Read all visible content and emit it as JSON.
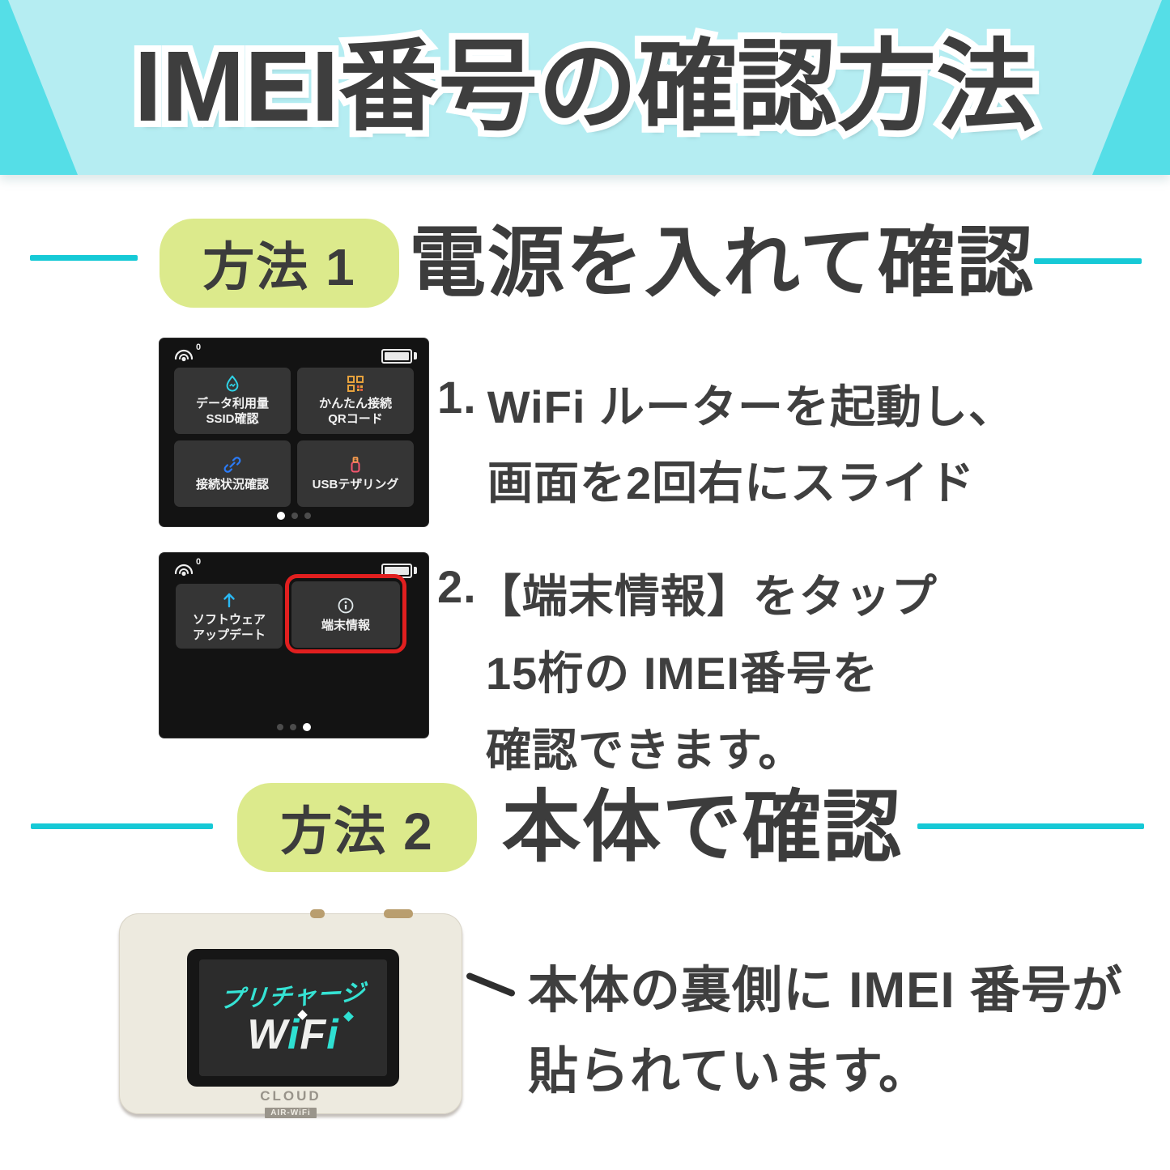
{
  "header": {
    "title": "IMEI番号の確認方法"
  },
  "method1": {
    "badge": "方法 1",
    "title": "電源を入れて確認",
    "steps": [
      {
        "num": "1.",
        "lines": [
          "WiFi ルーターを起動し、",
          "画面を2回右にスライド"
        ]
      },
      {
        "num": "2.",
        "lines": [
          "【端末情報】をタップ",
          "15桁の IMEI番号を",
          "確認できます。"
        ]
      }
    ]
  },
  "router_screen_1": {
    "signal_badge": "0",
    "tiles": [
      {
        "icon": "data-usage-droplet-icon",
        "lines": [
          "データ利用量",
          "SSID確認"
        ]
      },
      {
        "icon": "qr-code-icon",
        "lines": [
          "かんたん接続",
          "QRコード"
        ]
      },
      {
        "icon": "link-icon",
        "lines": [
          "接続状況確認"
        ]
      },
      {
        "icon": "usb-tethering-icon",
        "lines": [
          "USBテザリング"
        ]
      }
    ],
    "active_page": 1,
    "total_pages": 3
  },
  "router_screen_2": {
    "signal_badge": "0",
    "tiles": [
      {
        "icon": "software-update-arrow-icon",
        "lines": [
          "ソフトウェア",
          "アップデート"
        ]
      },
      {
        "icon": "device-info-icon",
        "lines": [
          "端末情報"
        ],
        "highlighted": true
      }
    ],
    "active_page": 3,
    "total_pages": 3
  },
  "method2": {
    "badge": "方法 2",
    "title": "本体で確認"
  },
  "device_photo": {
    "screen_logo_top": "プリチャージ",
    "screen_logo_main": {
      "w": "W",
      "i1": "i",
      "f": "F",
      "i2": "i"
    },
    "brand": "CLOUD",
    "brand_sub": "AIR-WiFi"
  },
  "note": {
    "lines": [
      "本体の裏側に IMEI 番号が",
      "貼られています。"
    ]
  },
  "colors": {
    "header_bg": "#b5edf2",
    "header_accent": "#55dee7",
    "divider_cyan": "#16c9d6",
    "badge_bg": "#dcea8c",
    "text_dark": "#3e3e3e",
    "highlight_red": "#e11f1f",
    "logo_cyan": "#35e3d4"
  }
}
